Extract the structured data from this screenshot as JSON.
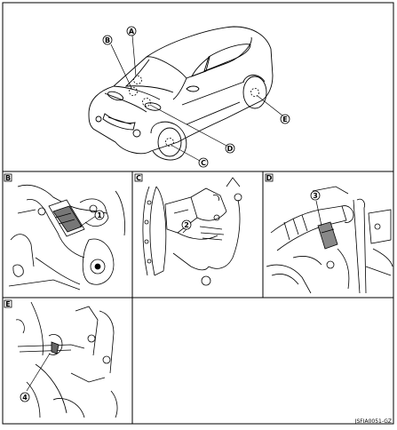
{
  "overview": {
    "callouts": [
      {
        "id": "a",
        "letter": "A"
      },
      {
        "id": "b",
        "letter": "B"
      },
      {
        "id": "c",
        "letter": "C"
      },
      {
        "id": "d",
        "letter": "D"
      },
      {
        "id": "e",
        "letter": "E"
      }
    ]
  },
  "panels": [
    {
      "id": "b",
      "letter": "B",
      "part_number": "1"
    },
    {
      "id": "c",
      "letter": "C",
      "part_number": "2"
    },
    {
      "id": "d",
      "letter": "D",
      "part_number": "3"
    },
    {
      "id": "e",
      "letter": "E",
      "part_number": "4"
    }
  ],
  "footer": {
    "figure_id": "JSFIA0051-GZ"
  }
}
